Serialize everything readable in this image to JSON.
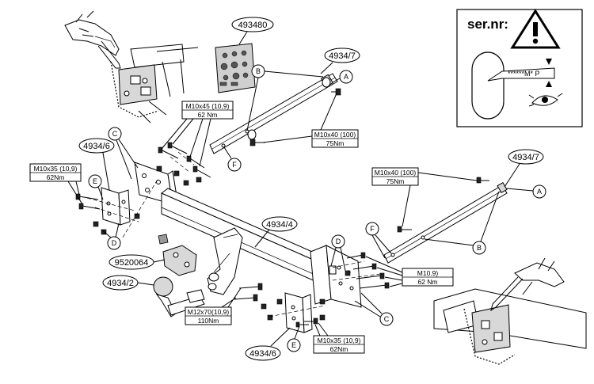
{
  "serial": {
    "label": "ser.nr:",
    "plate_text": "******M* P"
  },
  "parts": {
    "p493480": "493480",
    "p4934_7_top": "4934/7",
    "p4934_7_right": "4934/7",
    "p4934_6_left": "4934/6",
    "p4934_6_bottom": "4934/6",
    "p4934_4": "4934/4",
    "p9520064": "9520064",
    "p4934_2": "4934/2"
  },
  "specs": {
    "m10x45": {
      "size": "M10x45 (10,9)",
      "torque": "62 Nm"
    },
    "m10x40_top": {
      "size": "M10x40 (100)",
      "torque": "75Nm"
    },
    "m10x40_right": {
      "size": "M10x40 (100)",
      "torque": "75Nm"
    },
    "m10x35_left": {
      "size": "M10x35 (10,9)",
      "torque": "62Nm"
    },
    "m10_9": {
      "size": "M10.9)",
      "torque": "62 Nm"
    },
    "m12x70": {
      "size": "M12x70(10,9)",
      "torque": "110Nm"
    },
    "m10x35_bottom": {
      "size": "M10x35 (10,9)",
      "torque": "62Nm"
    }
  },
  "letters": {
    "a_top": "A",
    "b_top": "B",
    "f_top": "F",
    "c_left": "C",
    "e_left": "E",
    "d_left": "D",
    "a_right": "A",
    "b_right": "B",
    "f_right": "F",
    "d_mid": "D",
    "c_bottom": "C",
    "e_bottom": "E"
  }
}
